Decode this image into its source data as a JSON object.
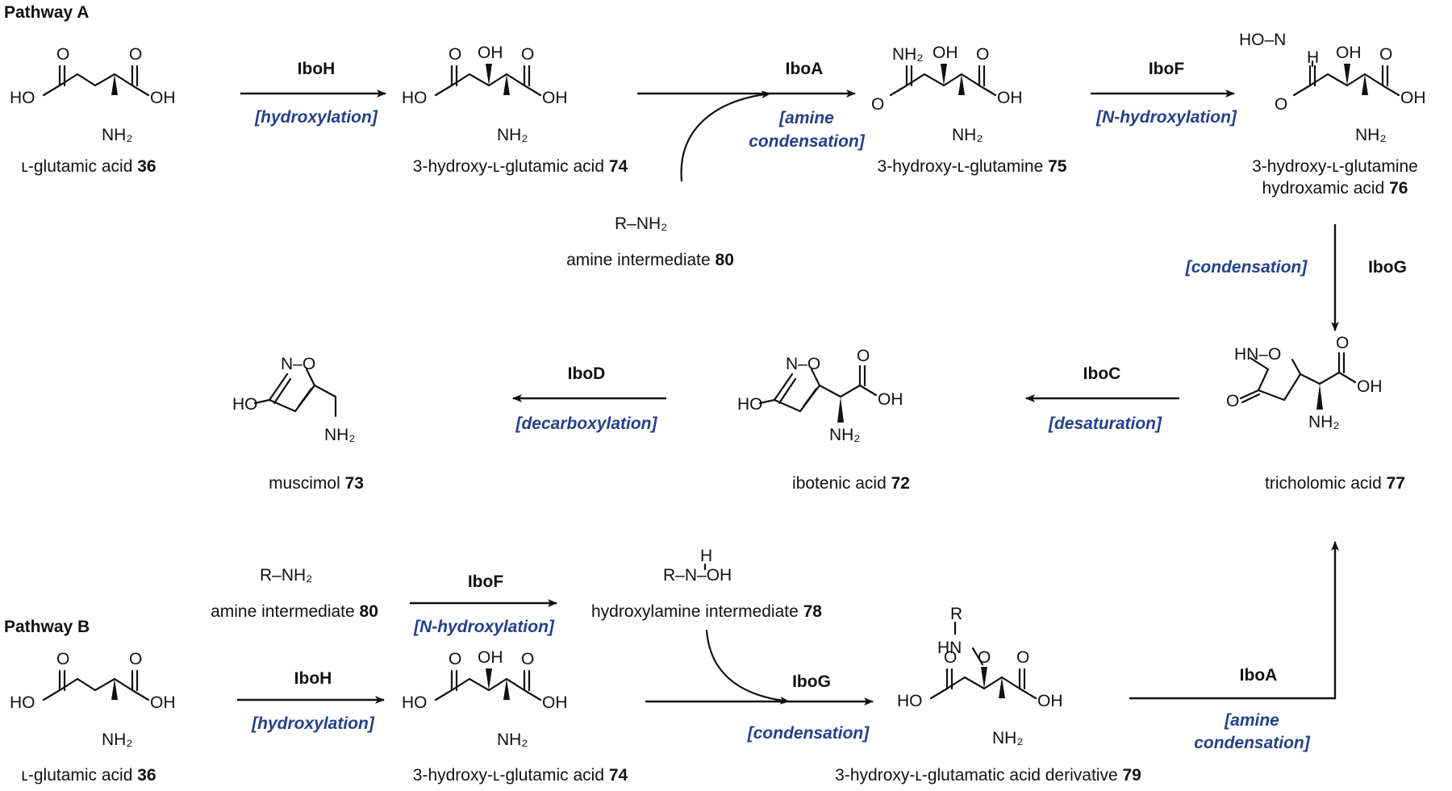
{
  "pathway_a": {
    "header": "Pathway A"
  },
  "pathway_b": {
    "header": "Pathway B"
  },
  "atoms": {
    "HO": "HO",
    "OH": "OH",
    "O": "O",
    "NH2": "NH₂",
    "N": "N",
    "H": "H",
    "R": "R",
    "HN": "HN",
    "HN_O": "HN–O",
    "HO_N": "HO–N",
    "R_NH2": "R–NH₂",
    "R_NH_OH": "R–N–OH",
    "N_O": "N–O"
  },
  "compounds": {
    "c36": {
      "name": "ʟ-glutamic acid ",
      "number": "36"
    },
    "c74": {
      "name": "3-hydroxy-ʟ-glutamic acid ",
      "number": "74"
    },
    "c75": {
      "name": "3-hydroxy-ʟ-glutamine ",
      "number": "75"
    },
    "c76": {
      "line1": "3-hydroxy-ʟ-glutamine",
      "name": "hydroxamic acid ",
      "number": "76"
    },
    "c77": {
      "name": "tricholomic acid ",
      "number": "77"
    },
    "c72": {
      "name": "ibotenic acid ",
      "number": "72"
    },
    "c73": {
      "name": "muscimol ",
      "number": "73"
    },
    "c80": {
      "name": "amine intermediate ",
      "number": "80"
    },
    "c78": {
      "name": "hydroxylamine intermediate ",
      "number": "78"
    },
    "c79": {
      "name": "3-hydroxy-ʟ-glutamatic acid derivative ",
      "number": "79"
    }
  },
  "steps": {
    "a1": {
      "enzyme": "IboH",
      "reaction": "[hydroxylation]"
    },
    "a2": {
      "enzyme": "IboA",
      "reaction1": "[amine",
      "reaction2": "condensation]"
    },
    "a3": {
      "enzyme": "IboF",
      "reaction": "[N-hydroxylation]"
    },
    "a4": {
      "enzyme": "IboG",
      "reaction": "[condensation]"
    },
    "a5": {
      "enzyme": "IboC",
      "reaction": "[desaturation]"
    },
    "a6": {
      "enzyme": "IboD",
      "reaction": "[decarboxylation]"
    },
    "b1": {
      "enzyme": "IboF",
      "reaction": "[N-hydroxylation]"
    },
    "b2": {
      "enzyme": "IboH",
      "reaction": "[hydroxylation]"
    },
    "b3": {
      "enzyme": "IboG",
      "reaction": "[condensation]"
    },
    "b4": {
      "enzyme": "IboA",
      "reaction1": "[amine",
      "reaction2": "condensation]"
    }
  },
  "colors": {
    "reaction_text": "#23418a",
    "ink": "#111111"
  }
}
